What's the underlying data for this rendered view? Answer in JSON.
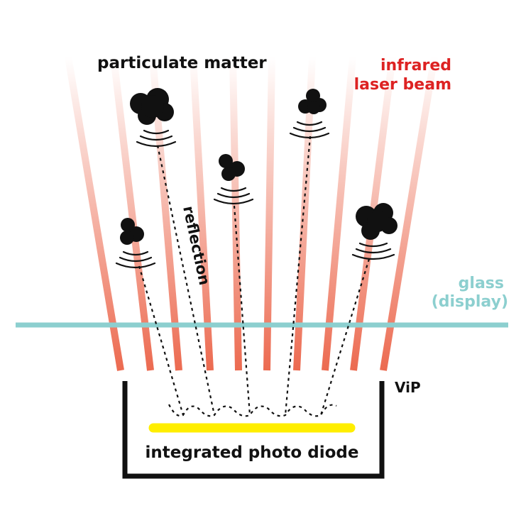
{
  "labels": {
    "particulate_matter": "particulate matter",
    "infrared_line1": "infrared",
    "infrared_line2": "laser beam",
    "glass_line1": "glass",
    "glass_line2": "(display)",
    "reflection": "reflection",
    "vip": "ViP",
    "photo_diode": "integrated photo diode"
  },
  "colors": {
    "beam": "#ec6a50",
    "glass": "#8ccfcf",
    "diode": "#ffee00",
    "infrared_text": "#dd2222",
    "glass_text": "#8ccfcf",
    "ink": "#111111"
  },
  "icons": {
    "particle": "particle-icon",
    "signal": "signal-waves-icon"
  }
}
